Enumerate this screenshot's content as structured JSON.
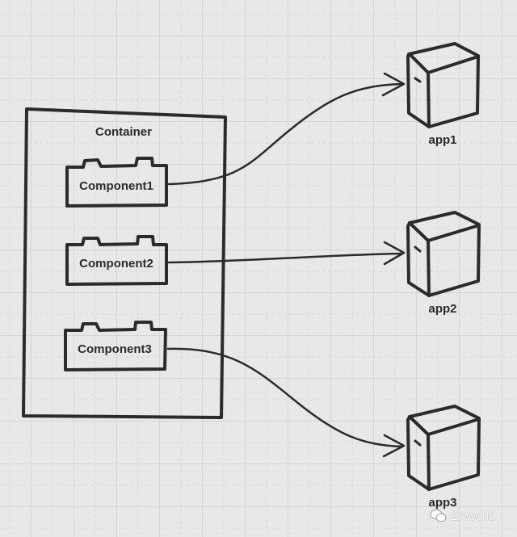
{
  "diagram": {
    "container": {
      "label": "Container"
    },
    "components": [
      {
        "label": "Component1",
        "target": "app1"
      },
      {
        "label": "Component2",
        "target": "app2"
      },
      {
        "label": "Component3",
        "target": "app3"
      }
    ],
    "apps": [
      {
        "label": "app1"
      },
      {
        "label": "app2"
      },
      {
        "label": "app3"
      }
    ],
    "colors": {
      "background": "#e9e8e6",
      "stroke": "#2b2b2b",
      "grid_solid": "#d6d5d3",
      "grid_dashed": "#d9d8d6"
    }
  },
  "watermark": {
    "text": "EAWorld",
    "icon": "wechat-icon"
  }
}
